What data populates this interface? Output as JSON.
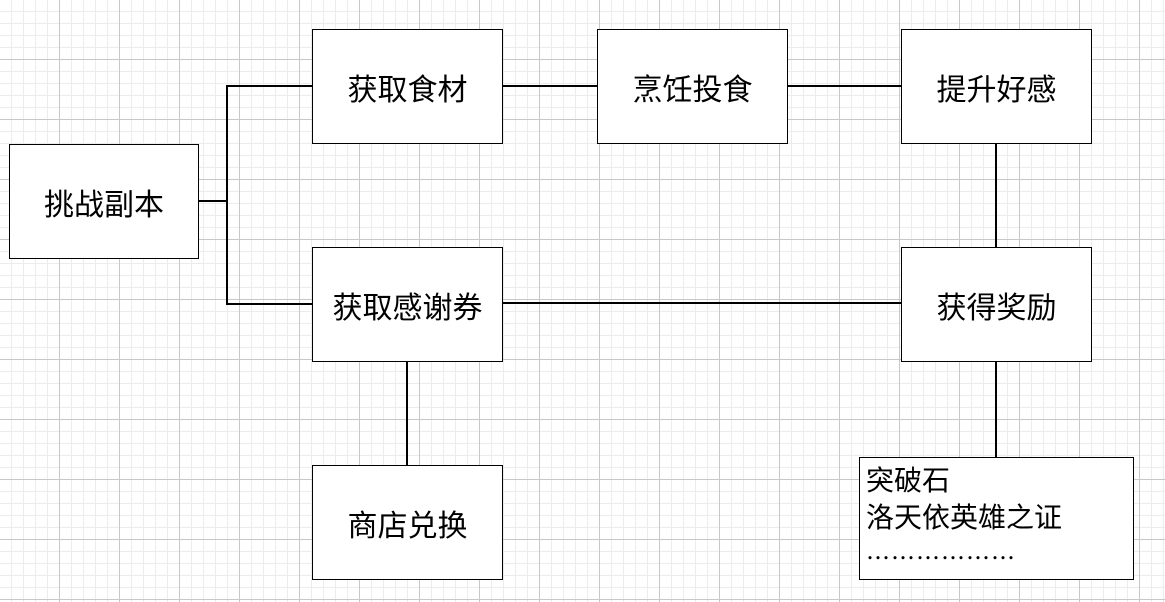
{
  "nodes": {
    "challenge_dungeon": "挑战副本",
    "get_ingredients": "获取食材",
    "cook_feed": "烹饪投食",
    "raise_affection": "提升好感",
    "get_thanks_ticket": "获取感谢券",
    "get_rewards": "获得奖励",
    "shop_exchange": "商店兑换"
  },
  "rewards": {
    "items": [
      "突破石",
      "洛天依英雄之证"
    ],
    "more": "………………"
  }
}
